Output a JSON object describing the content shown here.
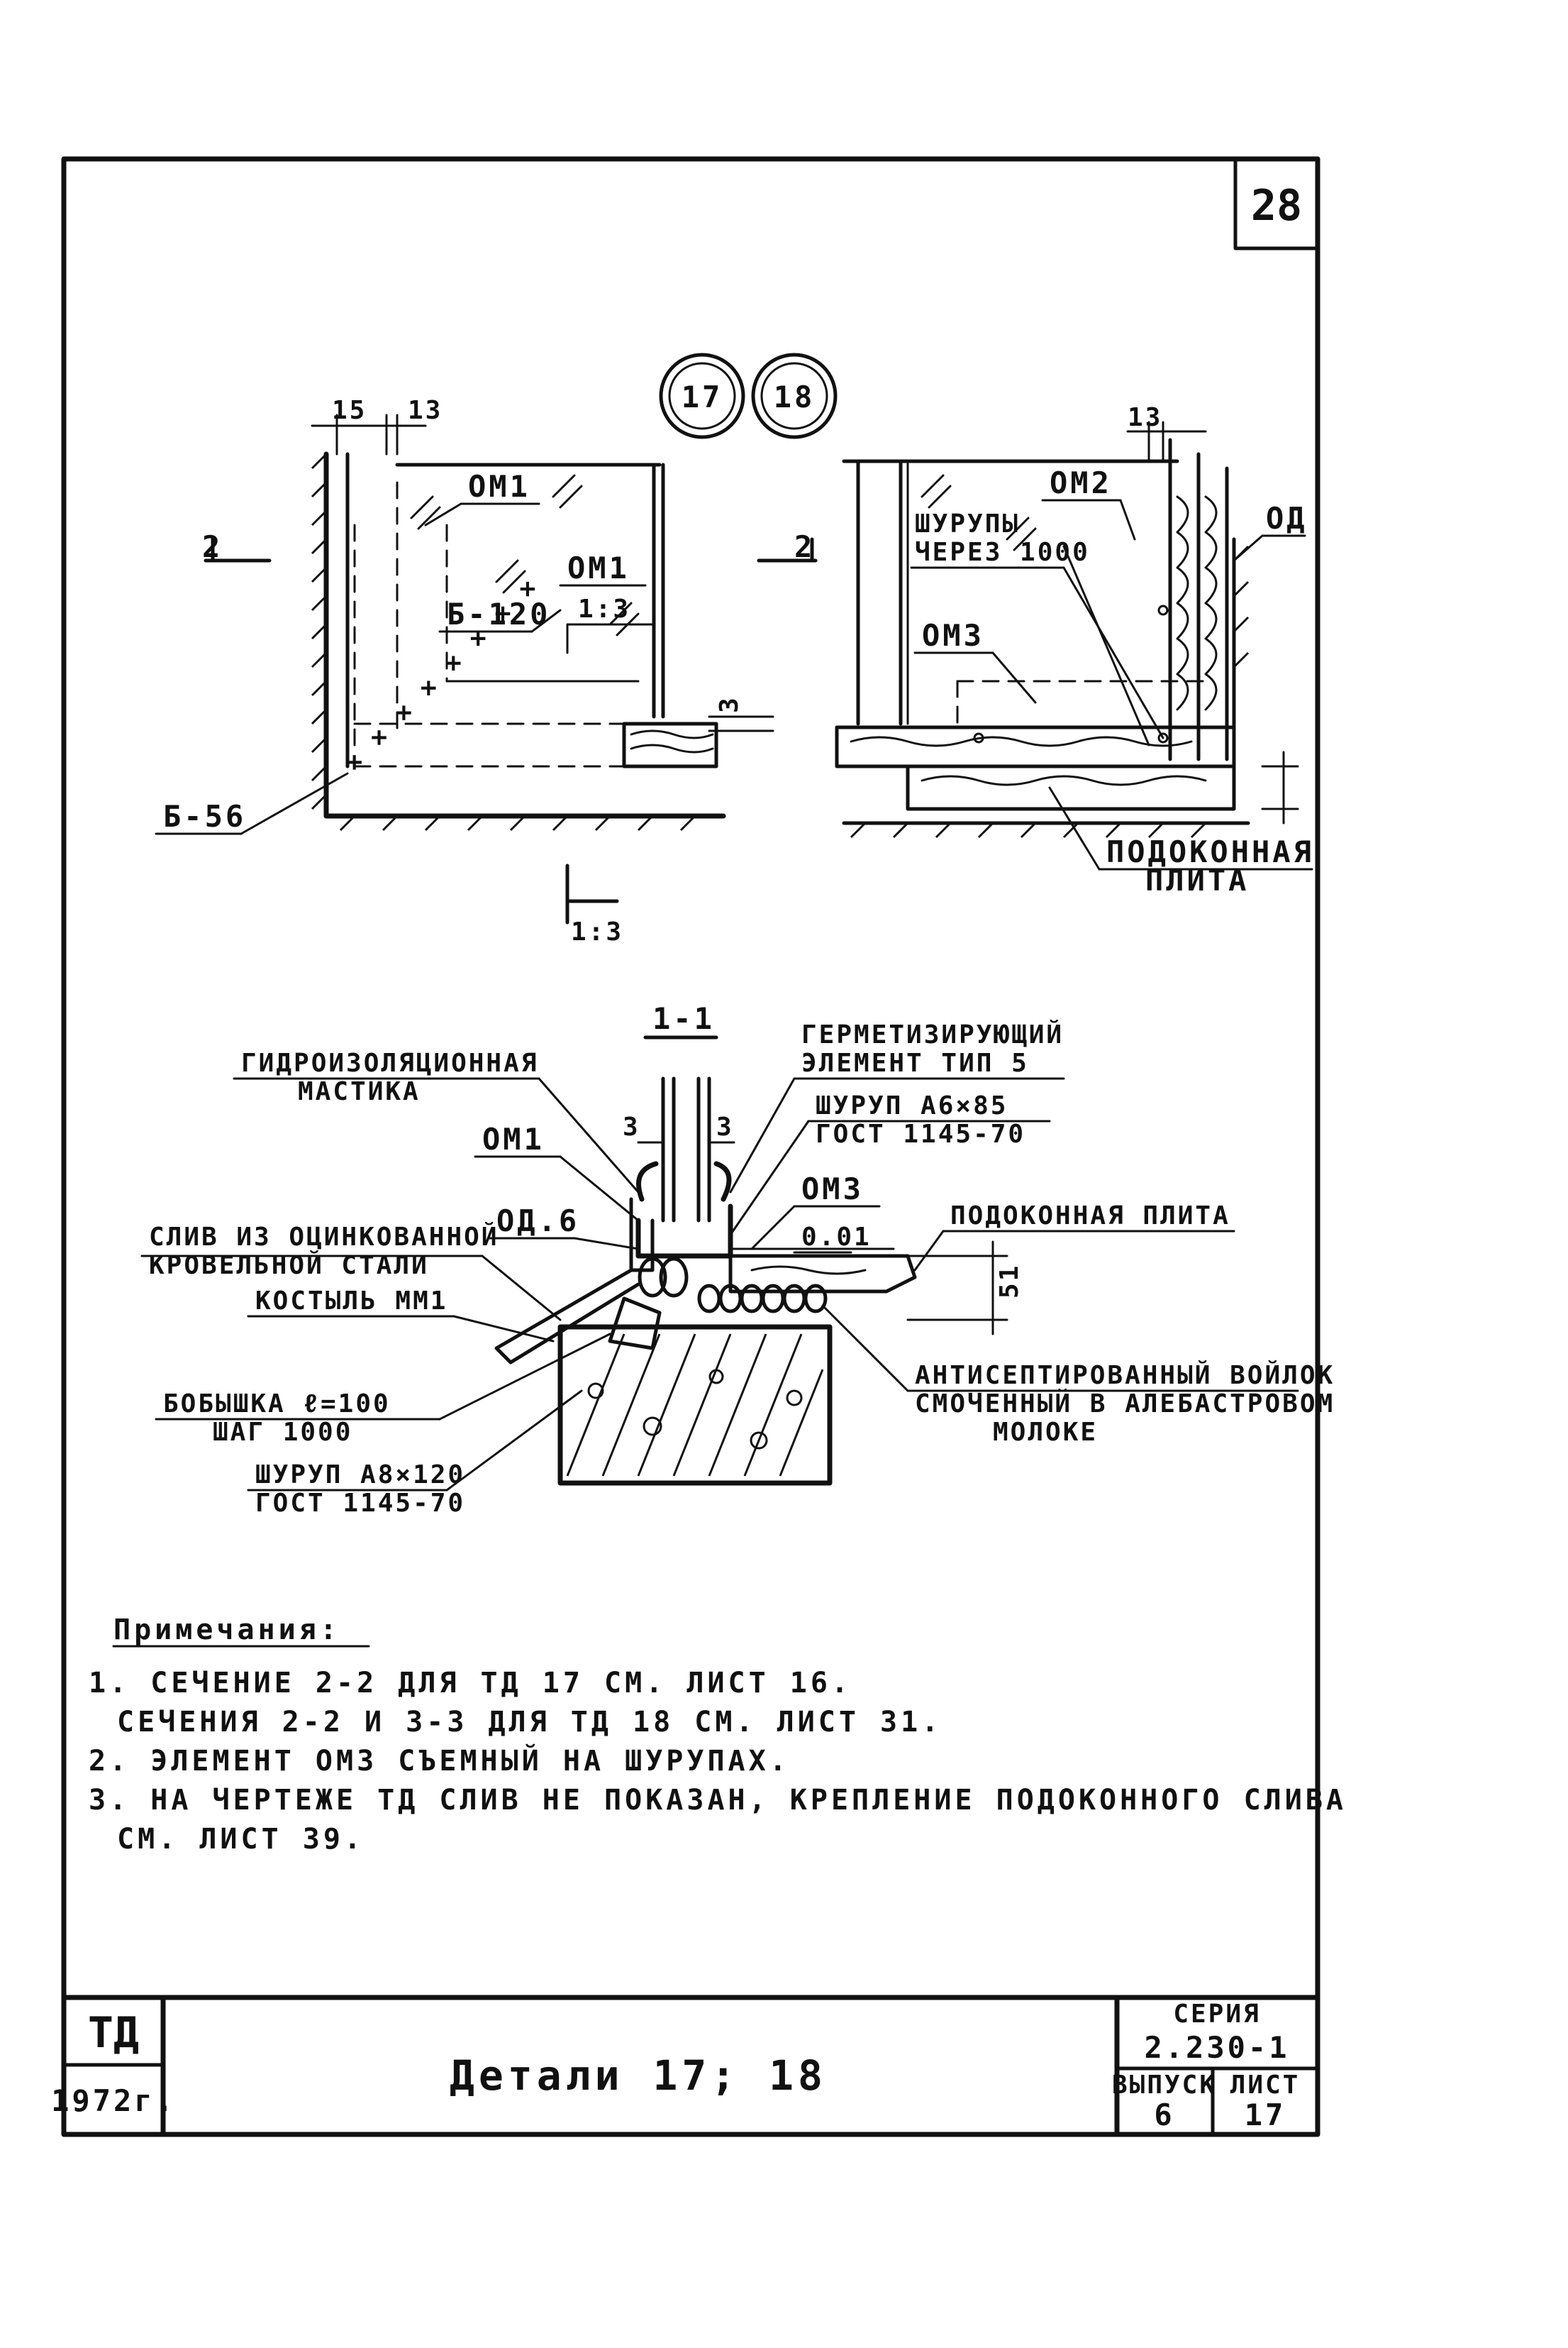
{
  "sheet_number": "28",
  "detail_marks": [
    "17",
    "18"
  ],
  "left_detail": {
    "dim_top_left": "15",
    "dim_top_right": "13",
    "section_mark_left": "2",
    "label_om1_top": "ОМ1",
    "label_om1_mid": "ОМ1",
    "label_b120": "Б-120",
    "label_b56": "Б-56",
    "scale_mid": "1:3",
    "scale_bottom": "1:3",
    "dim_right": "3"
  },
  "right_detail": {
    "dim_top": "13",
    "section_mark": "2",
    "label_om2": "ОМ2",
    "label_od": "ОД",
    "label_screws_1": "ШУРУПЫ",
    "label_screws_2": "ЧЕРЕЗ 1000",
    "label_om3": "ОМ3",
    "label_plate_1": "ПОДОКОННАЯ",
    "label_plate_2": "ПЛИТА"
  },
  "section_1_1": {
    "title": "1-1",
    "hydro_1": "ГИДРОИЗОЛЯЦИОННАЯ",
    "hydro_2": "МАСТИКА",
    "seal_1": "ГЕРМЕТИЗИРУЮЩИЙ",
    "seal_2": "ЭЛЕМЕНТ ТИП 5",
    "screw1_1": "ШУРУП А6×85",
    "screw1_2": "ГОСТ 1145-70",
    "om1": "ОМ1",
    "dim3_left": "3",
    "dim3_right": "3",
    "od6": "ОД.6",
    "om3": "ОМ3",
    "d01": "0.01",
    "plate": "ПОДОКОННАЯ ПЛИТА",
    "drip_1": "СЛИВ ИЗ ОЦИНКОВАННОЙ",
    "drip_2": "КРОВЕЛЬНОЙ СТАЛИ",
    "crutch": "КОСТЫЛЬ ММ1",
    "boss_1": "БОБЫШКА ℓ=100",
    "boss_2": "ШАГ 1000",
    "screw2_1": "ШУРУП А8×120",
    "screw2_2": "ГОСТ 1145-70",
    "felt_1": "АНТИСЕПТИРОВАННЫЙ ВОЙЛОК",
    "felt_2": "СМОЧЕННЫЙ В АЛЕБАСТРОВОМ",
    "felt_3": "МОЛОКЕ",
    "dim51": "51"
  },
  "notes": {
    "heading": "Примечания:",
    "lines": [
      "1. СЕЧЕНИЕ 2-2 ДЛЯ ТД 17 СМ. ЛИСТ 16.",
      "СЕЧЕНИЯ 2-2 И 3-3 ДЛЯ ТД 18 СМ. ЛИСТ 31.",
      "2. ЭЛЕМЕНТ ОМ3 СЪЕМНЫЙ НА ШУРУПАХ.",
      "3. НА ЧЕРТЕЖЕ ТД СЛИВ НЕ ПОКАЗАН, КРЕПЛЕНИЕ ПОДОКОННОГО СЛИВА",
      "СМ. ЛИСТ 39."
    ]
  },
  "title_block": {
    "code": "ТД",
    "year": "1972г.",
    "title": "Детали 17; 18",
    "series_label": "СЕРИЯ",
    "series_value": "2.230-1",
    "issue_label": "ВЫПУСК",
    "issue_value": "6",
    "sheet_label": "ЛИСТ",
    "sheet_value": "17"
  }
}
